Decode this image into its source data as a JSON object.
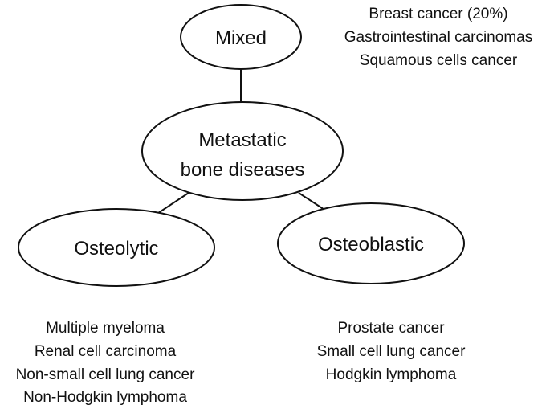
{
  "nodes": {
    "center": {
      "line1": "Metastatic",
      "line2": "bone diseases"
    },
    "mixed": {
      "label": "Mixed"
    },
    "osteolytic": {
      "label": "Osteolytic"
    },
    "osteoblastic": {
      "label": "Osteoblastic"
    }
  },
  "lists": {
    "mixed": [
      "Breast cancer (20%)",
      "Gastrointestinal carcinomas",
      "Squamous cells cancer"
    ],
    "osteolytic": [
      "Multiple myeloma",
      "Renal cell carcinoma",
      "Non-small cell lung cancer",
      "Non-Hodgkin lymphoma"
    ],
    "osteoblastic": [
      "Prostate cancer",
      "Small cell lung cancer",
      "Hodgkin lymphoma"
    ]
  },
  "colors": {
    "stroke": "#111111",
    "text": "#111111",
    "background": "#ffffff"
  }
}
